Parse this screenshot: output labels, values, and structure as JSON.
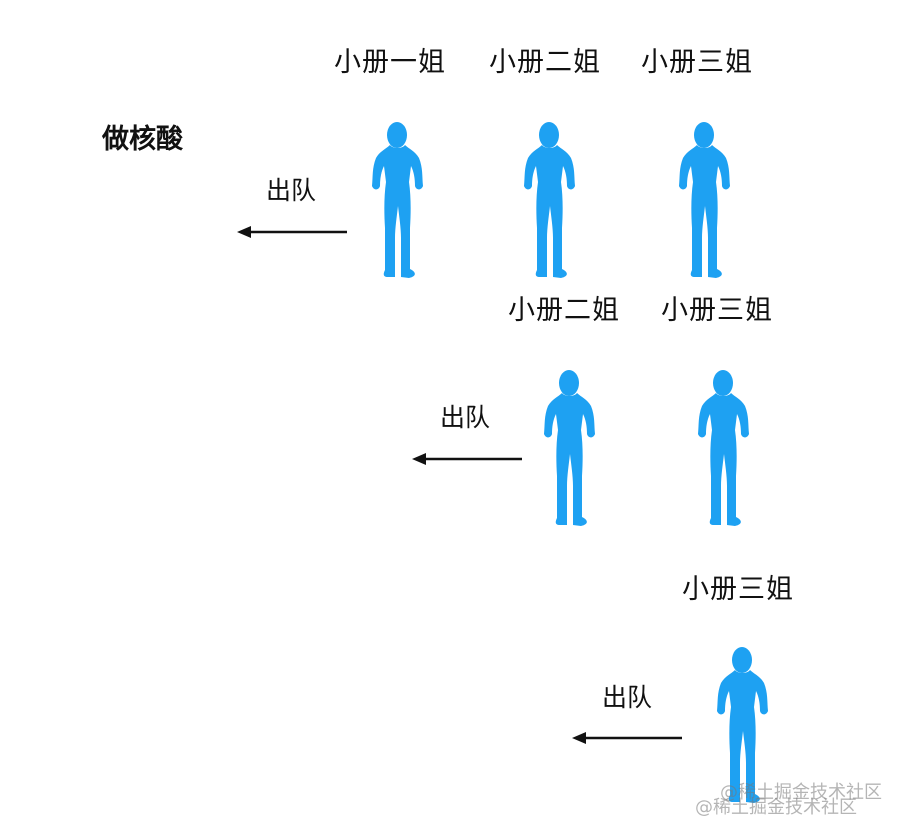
{
  "title": "做核酸",
  "exit_label": "出队",
  "people": {
    "sister1": "小册一姐",
    "sister2": "小册二姐",
    "sister3": "小册三姐"
  },
  "watermark": {
    "line1": "@稀土掘金技术社区",
    "line2": "@稀土掘金技术社区"
  },
  "colors": {
    "silhouette": "#1ea1f2",
    "arrow": "#111111"
  },
  "icons": {
    "person": "standing-woman-silhouette-icon",
    "arrow": "left-arrow-icon"
  }
}
